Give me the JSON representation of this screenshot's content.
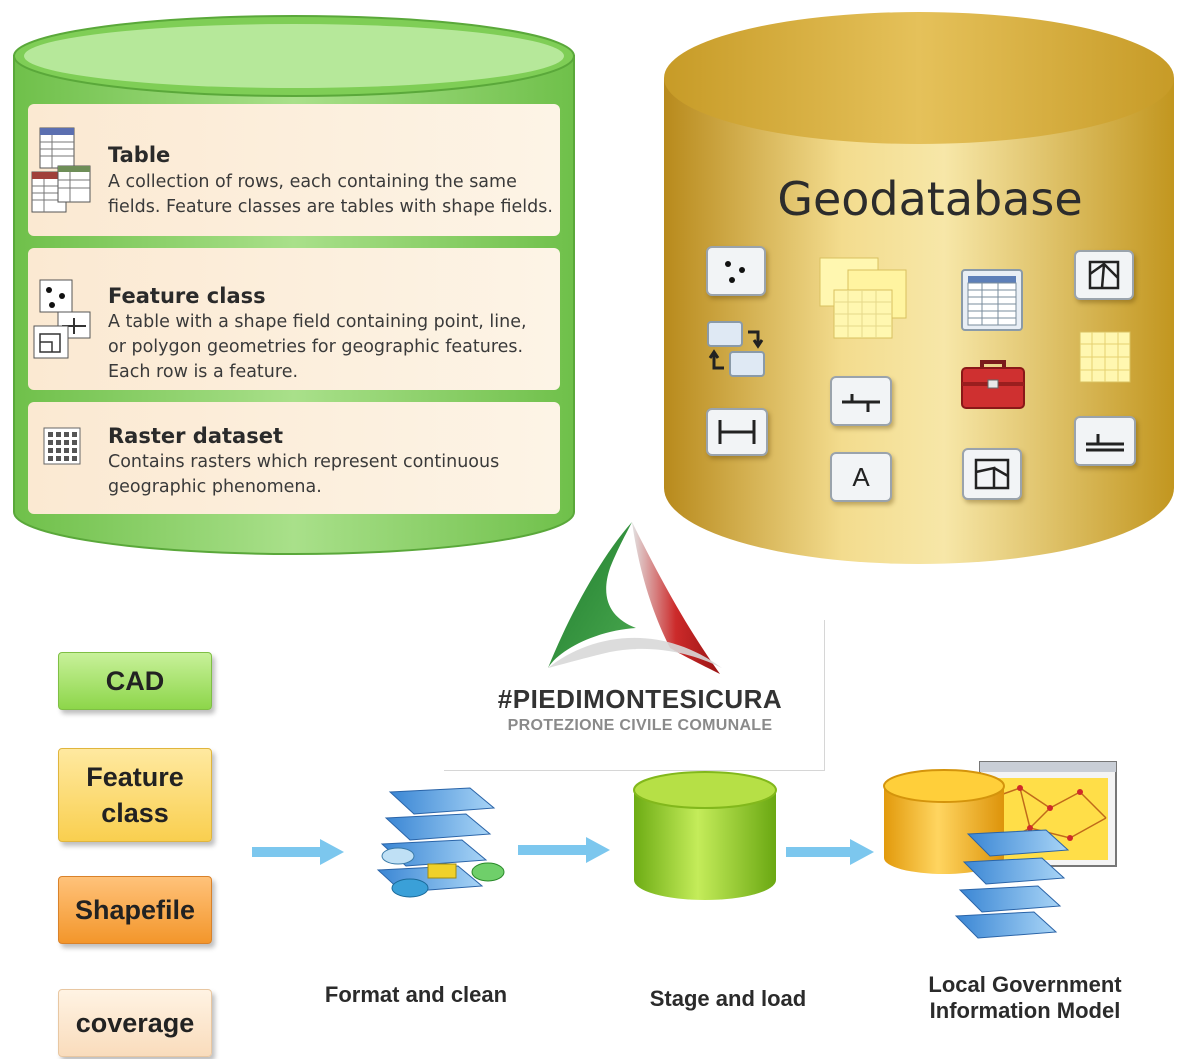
{
  "feature_dataset": {
    "items": [
      {
        "title": "Table",
        "description": "A collection of rows, each containing the same\nfields. Feature classes are tables with shape fields."
      },
      {
        "title": "Feature class",
        "description": "A table with a shape field containing point, line,\nor polygon geometries for geographic features.\nEach row is a feature."
      },
      {
        "title": "Raster dataset",
        "description": "Contains rasters which represent continuous\ngeographic phenomena."
      }
    ]
  },
  "geodatabase": {
    "title": "Geodatabase",
    "annotation_icon_letter": "A"
  },
  "logo": {
    "title": "#PIEDIMONTESICURA",
    "subtitle": "PROTEZIONE CIVILE COMUNALE"
  },
  "workflow": {
    "sources": [
      "CAD",
      "Feature\nclass",
      "Shapefile",
      "coverage"
    ],
    "steps": [
      "Format and clean",
      "Stage and load",
      "Local Government\nInformation Model"
    ]
  },
  "colors": {
    "green_cylinder": "#8fd36a",
    "gold_cylinder": "#d1a72a",
    "arrow": "#7cc7ee",
    "logo_green": "#2e8b3a",
    "logo_red": "#cc2a2a"
  }
}
